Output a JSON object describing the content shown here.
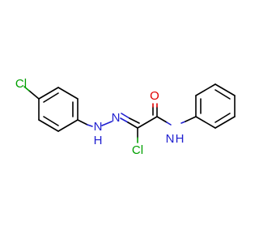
{
  "atoms": {
    "cl_top": "Cl",
    "nh_left": "H",
    "n_hydrazone": "N",
    "cl_bottom": "Cl",
    "o_carbonyl": "O",
    "n_amide": "N",
    "h_amide": "H"
  },
  "colors": {
    "bond": "#000000",
    "chlorine": "#00a000",
    "nitrogen": "#1f1fd0",
    "oxygen": "#e00000"
  }
}
